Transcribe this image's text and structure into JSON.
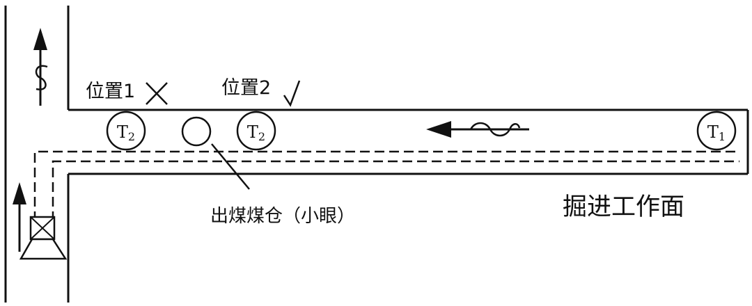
{
  "labels": {
    "position_1": "位置1",
    "position_2": "位置2",
    "coal_bunker": "出煤煤仓（小眼）",
    "working_face": "掘进工作面",
    "pulley_t2_left": "T",
    "pulley_t2_left_sub": "2",
    "pulley_t2_right": "T",
    "pulley_t2_right_sub": "2",
    "pulley_t1": "T",
    "pulley_t1_sub": "1"
  },
  "marks": {
    "position_1_mark": "×",
    "position_2_mark": "√"
  },
  "colors": {
    "line": "#111111",
    "background": "#ffffff"
  },
  "icons": {
    "up_arrow_left": "up-arrow-icon",
    "conveyor_flow": "left-arrow-icon",
    "belt_symbol": "s-curve-icon",
    "hoist_symbol": "winch-icon"
  }
}
